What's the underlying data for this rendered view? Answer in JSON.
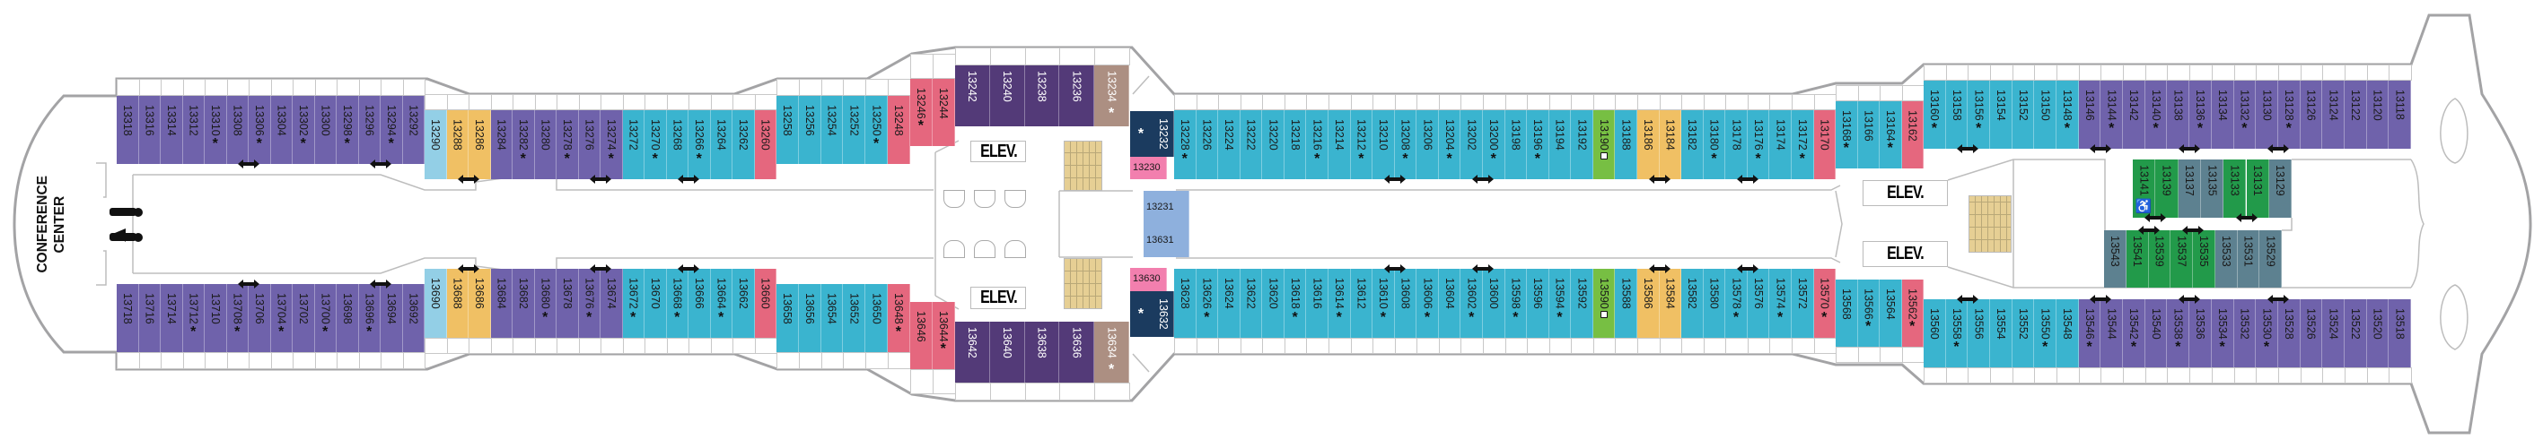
{
  "labels": {
    "conference": [
      "CONFERENCE",
      "CENTER"
    ],
    "elevator": "ELEV."
  },
  "categories": {
    "P": "#6f62ab",
    "T": "#3ab4cf",
    "L": "#93cfe6",
    "O": "#f0c064",
    "R": "#e5677e",
    "D": "#533a78",
    "B": "#ac8f82",
    "N": "#1b3b5f",
    "K": "#f27fae",
    "W": "#8eb0dd",
    "G": "#77bf43",
    "E": "#229a4a",
    "S": "#5d8190"
  },
  "segments": {
    "top1": [
      [
        "13318",
        "P"
      ],
      [
        "13316",
        "P"
      ],
      [
        "13314",
        "P"
      ],
      [
        "13312",
        "P"
      ],
      [
        "13310",
        "P",
        "*"
      ],
      [
        "13308",
        "P"
      ],
      [
        "13306",
        "P",
        "*"
      ],
      [
        "13304",
        "P"
      ],
      [
        "13302",
        "P",
        "*"
      ],
      [
        "13300",
        "P"
      ],
      [
        "13298",
        "P",
        "*"
      ],
      [
        "13296",
        "P"
      ],
      [
        "13294",
        "P",
        "*"
      ],
      [
        "13292",
        "P"
      ]
    ],
    "top2": [
      [
        "13290",
        "L"
      ],
      [
        "13288",
        "O"
      ],
      [
        "13286",
        "O"
      ],
      [
        "13284",
        "P"
      ],
      [
        "13282",
        "P",
        "*"
      ],
      [
        "13280",
        "P"
      ],
      [
        "13278",
        "P",
        "*"
      ],
      [
        "13276",
        "P"
      ],
      [
        "13274",
        "P",
        "*"
      ],
      [
        "13272",
        "T"
      ],
      [
        "13270",
        "T",
        "*"
      ],
      [
        "13268",
        "T"
      ],
      [
        "13266",
        "T",
        "*"
      ],
      [
        "13264",
        "T"
      ],
      [
        "13262",
        "T"
      ],
      [
        "13260",
        "R"
      ]
    ],
    "top3": [
      [
        "13258",
        "T"
      ],
      [
        "13256",
        "T"
      ],
      [
        "13254",
        "T"
      ],
      [
        "13252",
        "T"
      ],
      [
        "13250",
        "T",
        "*"
      ],
      [
        "13248",
        "R"
      ]
    ],
    "top4": [
      [
        "13246",
        "R",
        "*"
      ],
      [
        "13244",
        "R"
      ]
    ],
    "top5": [
      [
        "13242",
        "D"
      ],
      [
        "13240",
        "D"
      ],
      [
        "13238",
        "D"
      ],
      [
        "13236",
        "D"
      ],
      [
        "13234",
        "B",
        "*"
      ]
    ],
    "top6": [
      [
        "13228",
        "T",
        "*"
      ],
      [
        "13226",
        "T"
      ],
      [
        "13224",
        "T"
      ],
      [
        "13222",
        "T"
      ],
      [
        "13220",
        "T"
      ],
      [
        "13218",
        "T"
      ],
      [
        "13216",
        "T",
        "*"
      ],
      [
        "13214",
        "T"
      ],
      [
        "13212",
        "T",
        "*"
      ],
      [
        "13210",
        "T"
      ],
      [
        "13208",
        "T",
        "*"
      ],
      [
        "13206",
        "T"
      ],
      [
        "13204",
        "T",
        "*"
      ],
      [
        "13202",
        "T"
      ],
      [
        "13200",
        "T",
        "*"
      ],
      [
        "13198",
        "T"
      ],
      [
        "13196",
        "T",
        "*"
      ],
      [
        "13194",
        "T"
      ],
      [
        "13192",
        "T"
      ],
      [
        "13190",
        "G",
        "",
        "amenity"
      ],
      [
        "13188",
        "T"
      ],
      [
        "13186",
        "O"
      ],
      [
        "13184",
        "O"
      ],
      [
        "13182",
        "T"
      ],
      [
        "13180",
        "T",
        "*"
      ],
      [
        "13178",
        "T"
      ],
      [
        "13176",
        "T",
        "*"
      ],
      [
        "13174",
        "T"
      ],
      [
        "13172",
        "T",
        "*"
      ],
      [
        "13170",
        "R"
      ]
    ],
    "top7": [
      [
        "13168",
        "T",
        "*"
      ],
      [
        "13166",
        "T"
      ],
      [
        "13164",
        "T",
        "*"
      ],
      [
        "13162",
        "R"
      ]
    ],
    "top8": [
      [
        "13160",
        "T",
        "*"
      ],
      [
        "13158",
        "T"
      ],
      [
        "13156",
        "T",
        "*"
      ],
      [
        "13154",
        "T"
      ],
      [
        "13152",
        "T"
      ],
      [
        "13150",
        "T"
      ],
      [
        "13148",
        "T",
        "*"
      ],
      [
        "13146",
        "P"
      ],
      [
        "13144",
        "P",
        "*"
      ],
      [
        "13142",
        "P"
      ],
      [
        "13140",
        "P",
        "*"
      ],
      [
        "13138",
        "P"
      ],
      [
        "13136",
        "P",
        "*"
      ],
      [
        "13134",
        "P"
      ],
      [
        "13132",
        "P",
        "*"
      ],
      [
        "13130",
        "P"
      ],
      [
        "13128",
        "P",
        "*"
      ],
      [
        "13126",
        "P"
      ],
      [
        "13124",
        "P"
      ],
      [
        "13122",
        "P"
      ],
      [
        "13120",
        "P"
      ],
      [
        "13118",
        "P"
      ]
    ],
    "isl1": [
      [
        "13141",
        "E",
        "",
        "wheelchair"
      ],
      [
        "13139",
        "E"
      ],
      [
        "13137",
        "S"
      ],
      [
        "13135",
        "S"
      ],
      [
        "13133",
        "E"
      ],
      [
        "13131",
        "E"
      ],
      [
        "13129",
        "S"
      ]
    ],
    "isl2": [
      [
        "13543",
        "S"
      ],
      [
        "13541",
        "E"
      ],
      [
        "13539",
        "E"
      ],
      [
        "13537",
        "E"
      ],
      [
        "13535",
        "E"
      ],
      [
        "13533",
        "S"
      ],
      [
        "13531",
        "S"
      ],
      [
        "13529",
        "S"
      ]
    ],
    "bot1": [
      [
        "13718",
        "P"
      ],
      [
        "13716",
        "P"
      ],
      [
        "13714",
        "P"
      ],
      [
        "13712",
        "P",
        "*"
      ],
      [
        "13710",
        "P"
      ],
      [
        "13708",
        "P",
        "*"
      ],
      [
        "13706",
        "P"
      ],
      [
        "13704",
        "P",
        "*"
      ],
      [
        "13702",
        "P"
      ],
      [
        "13700",
        "P",
        "*"
      ],
      [
        "13698",
        "P"
      ],
      [
        "13696",
        "P",
        "*"
      ],
      [
        "13694",
        "P"
      ],
      [
        "13692",
        "P"
      ]
    ],
    "bot2": [
      [
        "13690",
        "L"
      ],
      [
        "13688",
        "O"
      ],
      [
        "13686",
        "O"
      ],
      [
        "13684",
        "P"
      ],
      [
        "13682",
        "P"
      ],
      [
        "13680",
        "P",
        "*"
      ],
      [
        "13678",
        "P"
      ],
      [
        "13676",
        "P",
        "*"
      ],
      [
        "13674",
        "P"
      ],
      [
        "13672",
        "T",
        "*"
      ],
      [
        "13670",
        "T"
      ],
      [
        "13668",
        "T",
        "*"
      ],
      [
        "13666",
        "T"
      ],
      [
        "13664",
        "T",
        "*"
      ],
      [
        "13662",
        "T"
      ],
      [
        "13660",
        "R"
      ]
    ],
    "bot3": [
      [
        "13658",
        "T"
      ],
      [
        "13656",
        "T"
      ],
      [
        "13654",
        "T"
      ],
      [
        "13652",
        "T"
      ],
      [
        "13650",
        "T"
      ],
      [
        "13648",
        "R",
        "*"
      ]
    ],
    "bot4": [
      [
        "13646",
        "R"
      ],
      [
        "13644",
        "R",
        "*"
      ]
    ],
    "bot5": [
      [
        "13642",
        "D"
      ],
      [
        "13640",
        "D"
      ],
      [
        "13638",
        "D"
      ],
      [
        "13636",
        "D"
      ],
      [
        "13634",
        "B",
        "*"
      ]
    ],
    "bot6": [
      [
        "13628",
        "T"
      ],
      [
        "13626",
        "T",
        "*"
      ],
      [
        "13624",
        "T"
      ],
      [
        "13622",
        "T"
      ],
      [
        "13620",
        "T"
      ],
      [
        "13618",
        "T",
        "*"
      ],
      [
        "13616",
        "T"
      ],
      [
        "13614",
        "T",
        "*"
      ],
      [
        "13612",
        "T"
      ],
      [
        "13610",
        "T",
        "*"
      ],
      [
        "13608",
        "T"
      ],
      [
        "13606",
        "T",
        "*"
      ],
      [
        "13604",
        "T"
      ],
      [
        "13602",
        "T",
        "*"
      ],
      [
        "13600",
        "T"
      ],
      [
        "13598",
        "T",
        "*"
      ],
      [
        "13596",
        "T"
      ],
      [
        "13594",
        "T",
        "*"
      ],
      [
        "13592",
        "T"
      ],
      [
        "13590",
        "G",
        "",
        "amenity"
      ],
      [
        "13588",
        "T"
      ],
      [
        "13586",
        "O"
      ],
      [
        "13584",
        "O"
      ],
      [
        "13582",
        "T"
      ],
      [
        "13580",
        "T"
      ],
      [
        "13578",
        "T",
        "*"
      ],
      [
        "13576",
        "T"
      ],
      [
        "13574",
        "T",
        "*"
      ],
      [
        "13572",
        "T"
      ],
      [
        "13570",
        "R",
        "*"
      ]
    ],
    "bot7": [
      [
        "13568",
        "T"
      ],
      [
        "13566",
        "T",
        "*"
      ],
      [
        "13564",
        "T"
      ],
      [
        "13562",
        "R",
        "*"
      ]
    ],
    "bot8": [
      [
        "13560",
        "T"
      ],
      [
        "13558",
        "T",
        "*"
      ],
      [
        "13556",
        "T"
      ],
      [
        "13554",
        "T"
      ],
      [
        "13552",
        "T"
      ],
      [
        "13550",
        "T",
        "*"
      ],
      [
        "13548",
        "T"
      ],
      [
        "13546",
        "P",
        "*"
      ],
      [
        "13544",
        "P"
      ],
      [
        "13542",
        "P",
        "*"
      ],
      [
        "13540",
        "P"
      ],
      [
        "13538",
        "P",
        "*"
      ],
      [
        "13536",
        "P"
      ],
      [
        "13534",
        "P",
        "*"
      ],
      [
        "13532",
        "P"
      ],
      [
        "13530",
        "P",
        "*"
      ],
      [
        "13528",
        "P"
      ],
      [
        "13526",
        "P"
      ],
      [
        "13524",
        "P"
      ],
      [
        "13522",
        "P"
      ],
      [
        "13520",
        "P"
      ],
      [
        "13518",
        "P"
      ]
    ]
  },
  "specials": [
    [
      "13232",
      "N",
      "*"
    ],
    [
      "13230",
      "K"
    ],
    [
      "13231",
      "W"
    ],
    [
      "13631",
      "W"
    ],
    [
      "13630",
      "K"
    ],
    [
      "13632",
      "N",
      "*"
    ]
  ],
  "connecting": [
    [
      "13308",
      "13306"
    ],
    [
      "13296",
      "13294"
    ],
    [
      "13288",
      "13286"
    ],
    [
      "13276",
      "13274"
    ],
    [
      "13268",
      "13266"
    ],
    [
      "13210",
      "13208"
    ],
    [
      "13202",
      "13200"
    ],
    [
      "13186",
      "13184"
    ],
    [
      "13178",
      "13176"
    ],
    [
      "13158",
      "13156"
    ],
    [
      "13146",
      "13144"
    ],
    [
      "13138",
      "13136"
    ],
    [
      "13130",
      "13128"
    ],
    [
      "13141",
      "13139"
    ],
    [
      "13133",
      "13131"
    ],
    [
      "13541",
      "13539"
    ],
    [
      "13537",
      "13535"
    ],
    [
      "13708",
      "13706"
    ],
    [
      "13696",
      "13694"
    ],
    [
      "13688",
      "13686"
    ],
    [
      "13676",
      "13674"
    ],
    [
      "13668",
      "13666"
    ],
    [
      "13610",
      "13608"
    ],
    [
      "13602",
      "13600"
    ],
    [
      "13586",
      "13584"
    ],
    [
      "13578",
      "13576"
    ],
    [
      "13558",
      "13556"
    ],
    [
      "13546",
      "13544"
    ],
    [
      "13538",
      "13536"
    ],
    [
      "13530",
      "13528"
    ]
  ]
}
